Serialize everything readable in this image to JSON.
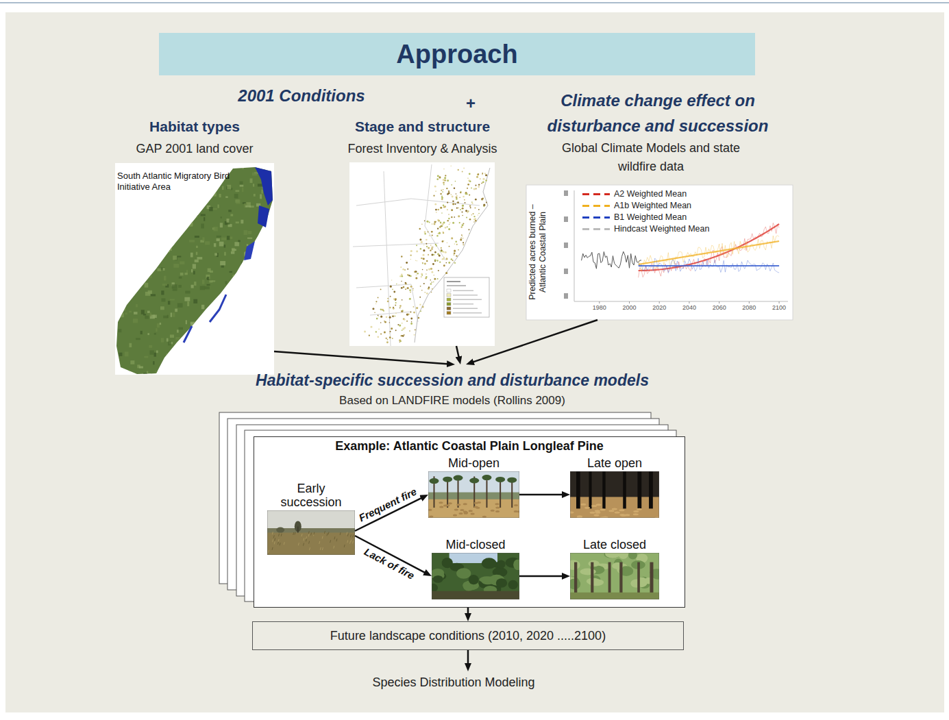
{
  "diagram": {
    "title": "Approach",
    "nodes": [
      {
        "text": [
          "Habitat types",
          "GAP 2001 land cover",
          "South Atlantic Migratory Bird Initiative Area"
        ]
      },
      {
        "text": [
          "Stage and structure",
          "Forest Inventory & Analysis"
        ]
      },
      {
        "text": [
          "Climate change effect on disturbance and succession",
          "Global Climate Models and state wildfire data"
        ]
      },
      {
        "text": [
          "Habitat-specific succession and disturbance models",
          "Based on LANDFIRE models (Rollins 2009)"
        ]
      },
      {
        "text": [
          "Example: Atlantic Coastal Plain Longleaf Pine"
        ],
        "in": 3
      },
      {
        "text": [
          "Early succession"
        ],
        "in": 4
      },
      {
        "text": [
          "Mid-open"
        ],
        "in": 4
      },
      {
        "text": [
          "Late open"
        ],
        "in": 4
      },
      {
        "text": [
          "Mid-closed"
        ],
        "in": 4
      },
      {
        "text": [
          "Late closed"
        ],
        "in": 4
      },
      {
        "text": [
          "Future landscape conditions (2010, 2020 .....2100)"
        ]
      },
      {
        "text": [
          "Species Distribution Modeling"
        ]
      }
    ],
    "edges": [
      {
        "from": 0,
        "to": 3,
        "arrow": "to"
      },
      {
        "from": 1,
        "to": 3,
        "arrow": "to"
      },
      {
        "from": 2,
        "to": 3,
        "arrow": "to"
      },
      {
        "from": 5,
        "to": 6,
        "label": "Frequent fire",
        "arrow": "to"
      },
      {
        "from": 5,
        "to": 8,
        "label": "Lack of fire",
        "arrow": "to"
      },
      {
        "from": 6,
        "to": 7,
        "arrow": "to"
      },
      {
        "from": 8,
        "to": 9,
        "arrow": "to"
      },
      {
        "from": 3,
        "to": 10,
        "arrow": "to"
      },
      {
        "from": 10,
        "to": 11,
        "arrow": "to"
      }
    ],
    "labels": [
      "2001 Conditions",
      "+",
      "Predicted acres burned – Atlantic Coastal Plain",
      "1980",
      "2000",
      "2020",
      "2040",
      "2060",
      "2080",
      "2100"
    ],
    "legend": [
      {
        "text": "A2 Weighted Mean"
      },
      {
        "text": "A1b Weighted Mean"
      },
      {
        "text": "B1 Weighted Mean"
      },
      {
        "text": "Hindcast Weighted Mean"
      }
    ]
  }
}
